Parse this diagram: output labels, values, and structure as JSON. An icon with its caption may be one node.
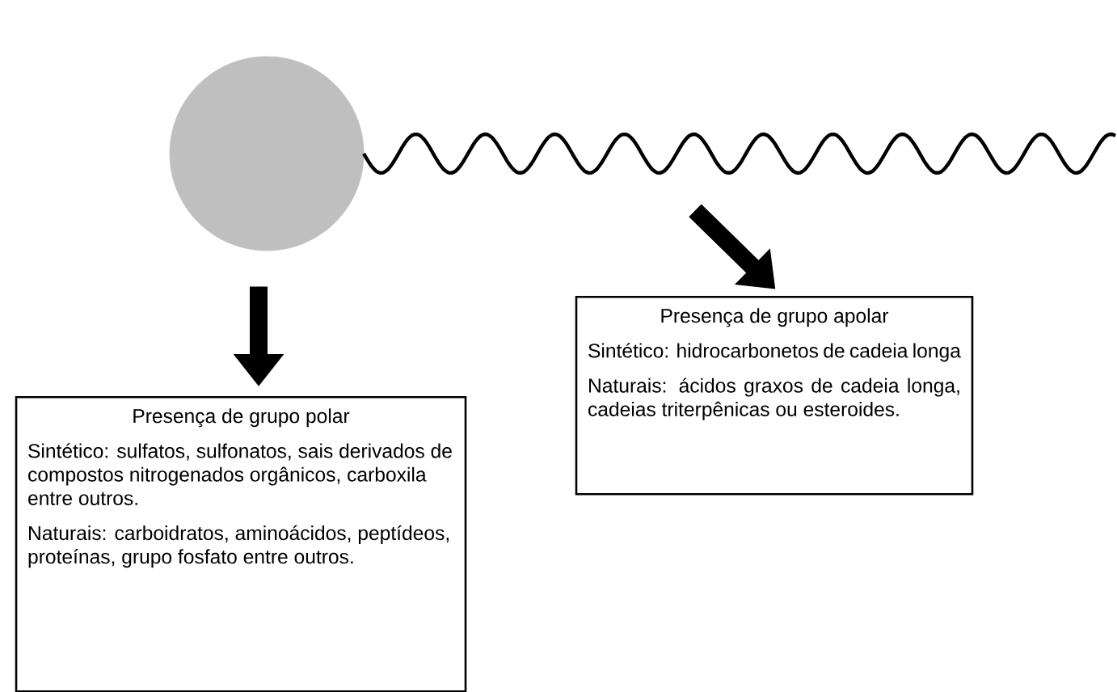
{
  "diagram": {
    "nodes": [
      {
        "text": [],
        "shape": "circle"
      },
      {
        "text": [],
        "shape": "wave"
      },
      {
        "text": [
          "Presença de grupo polar",
          "Sintético: sulfatos, sulfonatos, sais derivados de compostos nitrogenados orgânicos, carboxila entre outros.",
          "Naturais: carboidratos, aminoácidos, peptídeos, proteínas, grupo fosfato entre outros."
        ]
      },
      {
        "text": [
          "Presença de grupo apolar",
          "Sintético: hidrocarbonetos de cadeia longa",
          "Naturais: ácidos graxos de cadeia longa, cadeias triterpênicas ou esteroides."
        ]
      }
    ],
    "edges": [
      {
        "from": 0,
        "to": 2,
        "arrow": "to"
      },
      {
        "from": 1,
        "to": 3,
        "arrow": "to"
      }
    ]
  }
}
